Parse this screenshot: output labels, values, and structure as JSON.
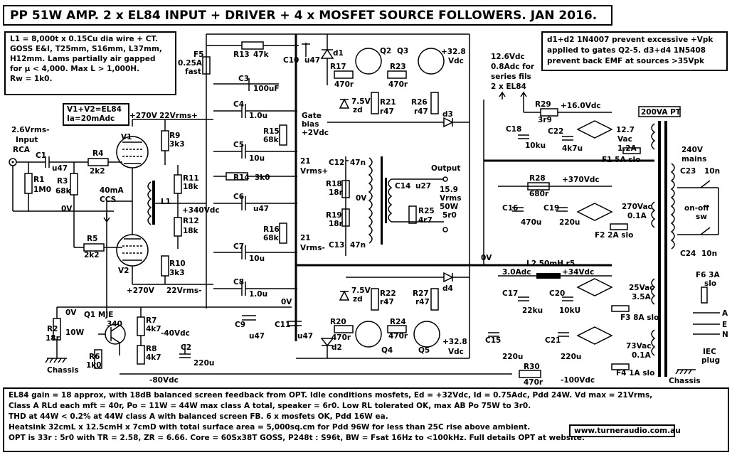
{
  "title": "PP 51W AMP. 2 x EL84 INPUT + DRIVER + 4 x MOSFET SOURCE FOLLOWERS. JAN 2016.",
  "notes": {
    "opt_spec": [
      "L1 = 8,000t x 0.15Cu dia wire + CT.",
      "GOSS E&I, T25mm, S16mm, L37mm,",
      "H12mm. Lams partially air gapped",
      "for μ < 4,000. Max L > 1,000H.",
      "Rw = 1k0."
    ],
    "v1v2": [
      "V1+V2=EL84",
      "Ia=20mAdc"
    ],
    "protection": [
      "d1+d2 1N4007 prevent excessive +Vpk",
      "applied to gates Q2-5. d3+d4 1N5408",
      "prevent back EMF at sources >35Vpk"
    ],
    "heater": [
      "12.6Vdc",
      "0.8Adc for",
      "series fils",
      "2 x EL84"
    ],
    "footer": [
      "EL84 gain = 18 approx, with 18dB balanced screen feedback from OPT.  Idle conditions mosfets, Ed = +32Vdc, Id = 0.75Adc, Pdd 24W. Vd max = 21Vrms,",
      "Class A RLd each mft = 40r, Po = 11W = 44W max class A total, speaker = 6r0. Low RL tolerated OK, max AB Po 75W to 3r0.",
      "THD at 44W < 0.2% at 44W class A with balanced screen FB.  6 x mosfets OK, Pdd 16W ea.",
      "Heatsink 32cmL x 12.5cmH x 7cmD with total surface area = 5,000sq.cm for Pdd 96W for less than 25C rise above ambient.",
      "OPT is 33r : 5r0 with TR = 2.58, ZR = 6.66. Core = 60Sx38T GOSS, P248t : S96t, BW = Fsat 16Hz to <100kHz. Full details OPT at website."
    ],
    "website": "www.turneraudio.com.au"
  },
  "input": {
    "voltage": "2.6Vrms-",
    "label": "Input",
    "connector": "RCA",
    "C1": "C1",
    "C1v": "u47",
    "R1": "R1",
    "R1v": "1M0",
    "R3": "R3",
    "R3v": "68k",
    "R4": "R4",
    "R4v": "2k2",
    "R5": "R5",
    "R5v": "2k2",
    "zero": "0V"
  },
  "tubes": {
    "V1": "V1",
    "V2": "V2",
    "L1": "L1",
    "ccs": [
      "40mA",
      "CCS"
    ],
    "R9": "R9",
    "R9v": "3k3",
    "R10": "R10",
    "R10v": "3k3",
    "R11": "R11",
    "R11v": "18k",
    "R12": "R12",
    "R12v": "18k",
    "v270a": "+270V",
    "v270b": "+270V",
    "vrms_a": "22Vrms+",
    "vrms_b": "22Vrms-",
    "v340": "+340Vdc"
  },
  "ccs_circuit": {
    "Q1": "Q1 MJE",
    "Q1v": "340",
    "R2": "R2",
    "R2v": "18r",
    "R2w": "10W",
    "R6": "R6",
    "R6v": "1k0",
    "R7": "R7",
    "R7v": "4k7",
    "R8": "R8",
    "R8v": "4k7",
    "C2": "C2",
    "C2v": "220u",
    "v40": "-40Vdc",
    "v80": "-80Vdc",
    "zero": "0V",
    "chassis": "Chassis"
  },
  "coupling": {
    "F5": "F5",
    "F5v": "0.25A",
    "F5t": "fast",
    "R13": "R13",
    "R13v": "47k",
    "C3": "C3",
    "C3v": "100uF",
    "C4": "C4",
    "C4v": "1.0u",
    "C5": "C5",
    "C5v": "10u",
    "C6": "C6",
    "C6v": "u47",
    "C7": "C7",
    "C7v": "10u",
    "C8": "C8",
    "C8v": "1.0u",
    "C9": "C9",
    "C9v": "u47",
    "C10": "C10",
    "C10v": "u47",
    "C11": "C11",
    "C11v": "u47",
    "R14": "R14",
    "R14v": "3k0",
    "R15": "R15",
    "R15v": "68k",
    "R16": "R16",
    "R16v": "68k",
    "gate_bias": [
      "Gate",
      "bias",
      "+2Vdc"
    ],
    "v21a": [
      "21",
      "Vrms+"
    ],
    "v21b": [
      "21",
      "Vrms-"
    ],
    "zero": "0V"
  },
  "mosfets": {
    "d1": "d1",
    "d2": "d2",
    "d3": "d3",
    "d4": "d4",
    "Q2": "Q2",
    "Q3": "Q3",
    "Q4": "Q4",
    "Q5": "Q5",
    "R17": "R17",
    "R17v": "470r",
    "R23": "R23",
    "R23v": "470r",
    "R20": "R20",
    "R20v": "470r",
    "R24": "R24",
    "R24v": "470r",
    "R21": "R21",
    "R21v": "r47",
    "R26": "R26",
    "R26v": "r47",
    "R22": "R22",
    "R22v": "r47",
    "R27": "R27",
    "R27v": "r47",
    "zd": [
      "7.5V",
      "zd"
    ],
    "v32a": [
      "+32.8",
      "Vdc"
    ],
    "v32b": [
      "+32.8",
      "Vdc"
    ]
  },
  "output": {
    "C12": "C12",
    "C12v": "47n",
    "C13": "C13",
    "C13v": "47n",
    "R18": "R18",
    "R18v": "18r",
    "R19": "R19",
    "R19v": "18r",
    "C14": "C14",
    "C14v": "u27",
    "R25": "R25",
    "R25v": "4r7",
    "label": "Output",
    "power": [
      "15.9",
      "Vrms",
      "50W",
      "5r0"
    ],
    "zero": "0V"
  },
  "psu": {
    "R29": "R29",
    "R29v": "3r9",
    "v16": "+16.0Vdc",
    "C18": "C18",
    "C18v": "10ku",
    "C22": "C22",
    "C22v": "4k7u",
    "w1": [
      "12.7",
      "Vac",
      "1.2A"
    ],
    "F1": "F1 5A slo",
    "R28": "R28",
    "R28v": "680r",
    "v370": "+370Vdc",
    "C16": "C16",
    "C16v": "470u",
    "C19": "C19",
    "C19v": "220u",
    "w2": [
      "270Vac",
      "0.1A"
    ],
    "F2": "F2 2A slo",
    "L2": "L2  50mH r5",
    "i3": "3.0Adc",
    "v34": "+34Vdc",
    "C17": "C17",
    "C17v": "22ku",
    "C20": "C20",
    "C20v": "10kU",
    "w3": [
      "25Vac",
      "3.5A"
    ],
    "F3": "F3  8A  slo",
    "C15": "C15",
    "C15v": "220u",
    "C21": "C21",
    "C21v": "220u",
    "R30": "R30",
    "R30v": "470r",
    "v100": "-100Vdc",
    "w4": [
      "73Vac",
      "0.1A"
    ],
    "F4": "F4 1A slo",
    "pt": "200VA PT",
    "mains": [
      "240V",
      "mains"
    ],
    "C23": "C23",
    "C23v": "10n",
    "C24": "C24",
    "C24v": "10n",
    "sw": [
      "on-off",
      "sw"
    ],
    "F6": [
      "F6 3A",
      "slo"
    ],
    "iec": [
      "IEC",
      "plug"
    ],
    "chassis": "Chassis",
    "A": "A",
    "E": "E",
    "N": "N",
    "zero": "0V"
  }
}
